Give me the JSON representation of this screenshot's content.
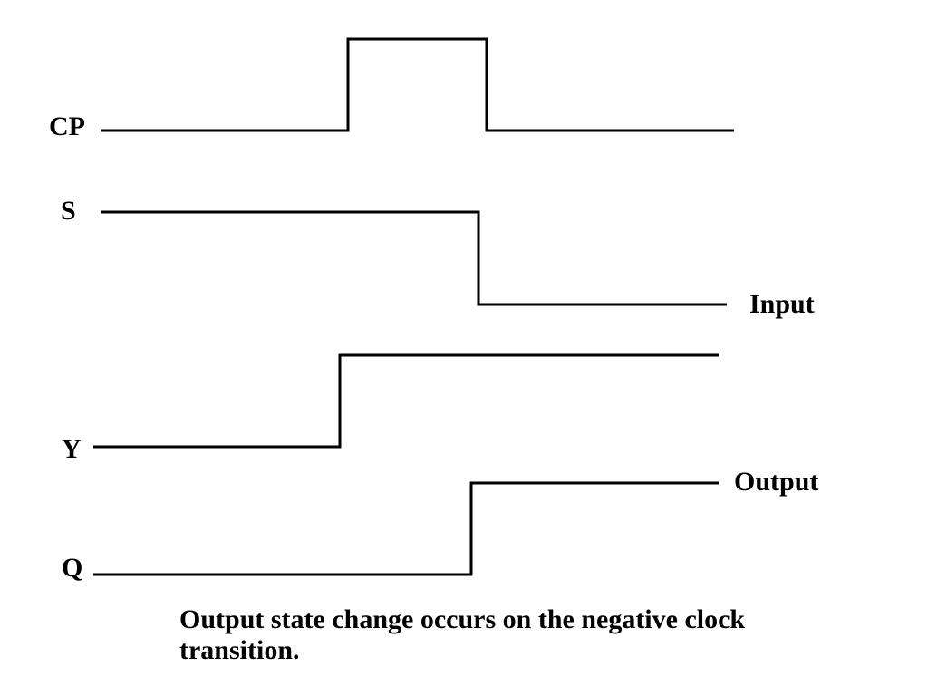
{
  "signals": [
    {
      "name": "CP",
      "levels": [
        0,
        1,
        0
      ],
      "transitions": [
        1,
        2
      ]
    },
    {
      "name": "S",
      "levels": [
        1,
        0
      ],
      "transitions": [
        2
      ]
    },
    {
      "name": "Y",
      "levels": [
        0,
        1
      ],
      "transitions": [
        1
      ]
    },
    {
      "name": "Q",
      "levels": [
        0,
        1
      ],
      "transitions": [
        2
      ]
    }
  ],
  "annotations": {
    "input": "Input",
    "output": "Output"
  },
  "caption": "Output state change occurs on the negative clock transition."
}
